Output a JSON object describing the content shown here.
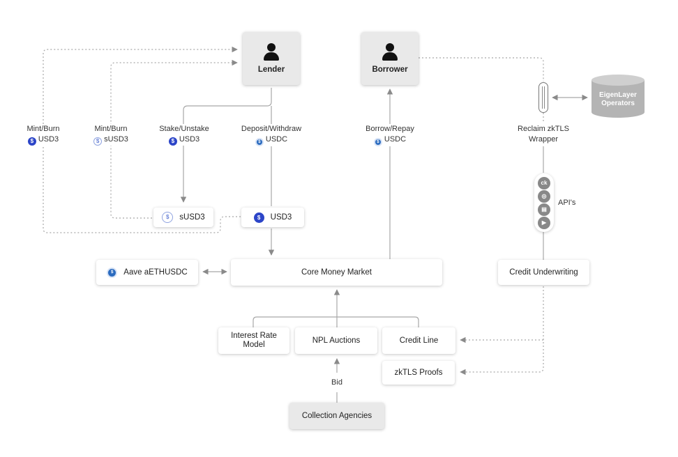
{
  "actors": {
    "lender": "Lender",
    "borrower": "Borrower"
  },
  "labels": {
    "mint_burn_usd3": {
      "line1": "Mint/Burn",
      "token": "USD3"
    },
    "mint_burn_susd3": {
      "line1": "Mint/Burn",
      "token": "sUSD3"
    },
    "stake_unstake": {
      "line1": "Stake/Unstake",
      "token": "USD3"
    },
    "deposit_withdraw": {
      "line1": "Deposit/Withdraw",
      "token": "USDC"
    },
    "borrow_repay": {
      "line1": "Borrow/Repay",
      "token": "USDC"
    },
    "reclaim": {
      "line1": "Reclaim zkTLS",
      "line2": "Wrapper"
    },
    "apis": "API's",
    "bid": "Bid"
  },
  "boxes": {
    "susd3": "sUSD3",
    "usd3": "USD3",
    "aave": "Aave aETHUSDC",
    "core": "Core Money Market",
    "credit_underwriting": "Credit Underwriting",
    "interest_rate_model": "Interest Rate\nModel",
    "npl_auctions": "NPL Auctions",
    "credit_line": "Credit Line",
    "zktls_proofs": "zkTLS Proofs",
    "collection_agencies": "Collection Agencies"
  },
  "eigenlayer": {
    "line1": "EigenLayer",
    "line2": "Operators"
  },
  "icons": {
    "usd3": "usd3-token-icon",
    "susd3": "susd3-token-icon",
    "usdc": "usdc-token-icon",
    "person": "person-icon",
    "database": "database-icon",
    "api": [
      "ck-icon",
      "circle-icon",
      "bank-icon",
      "play-icon"
    ]
  },
  "colors": {
    "usd3": "#2c45c8",
    "usdc": "#2b6bbf",
    "gray_box": "#e9e9e9",
    "line": "#9a9a9a"
  }
}
